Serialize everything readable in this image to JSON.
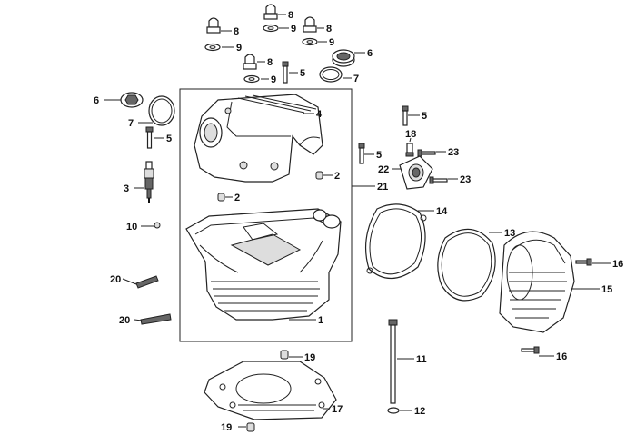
{
  "diagram": {
    "callouts": {
      "c1": "1",
      "c2a": "2",
      "c2b": "2",
      "c3": "3",
      "c4": "4",
      "c5a": "5",
      "c5b": "5",
      "c5c": "5",
      "c5d": "5",
      "c6a": "6",
      "c6b": "6",
      "c7a": "7",
      "c7b": "7",
      "c8a": "8",
      "c8b": "8",
      "c8c": "8",
      "c9a": "9",
      "c9b": "9",
      "c9c": "9",
      "c9d": "9",
      "c10": "10",
      "c11": "11",
      "c12": "12",
      "c13": "13",
      "c14": "14",
      "c15": "15",
      "c16a": "16",
      "c16b": "16",
      "c17": "17",
      "c18": "18",
      "c19a": "19",
      "c19b": "19",
      "c20a": "20",
      "c20b": "20",
      "c21": "21",
      "c22": "22",
      "c23a": "23",
      "c23b": "23"
    }
  }
}
